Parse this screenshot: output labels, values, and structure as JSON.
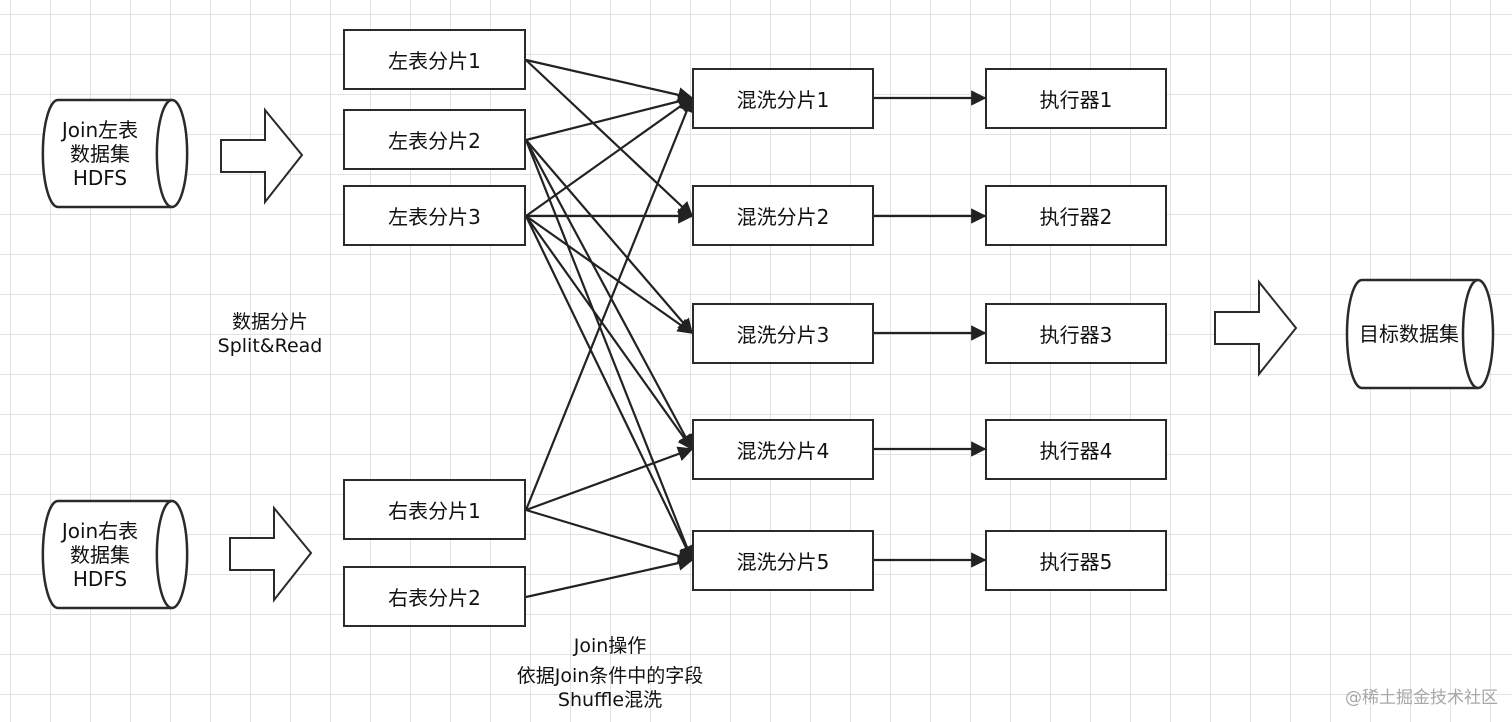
{
  "datasets": {
    "left": "Join左表\n数据集\nHDFS",
    "right": "Join右表\n数据集\nHDFS",
    "target": "目标数据集"
  },
  "left_shards": [
    "左表分片1",
    "左表分片2",
    "左表分片3"
  ],
  "right_shards": [
    "右表分片1",
    "右表分片2"
  ],
  "shuffle_shards": [
    "混洗分片1",
    "混洗分片2",
    "混洗分片3",
    "混洗分片4",
    "混洗分片5"
  ],
  "executors": [
    "执行器1",
    "执行器2",
    "执行器3",
    "执行器4",
    "执行器5"
  ],
  "notes": {
    "split_line1": "数据分片",
    "split_line2": "Split&Read",
    "join_line1": "Join操作",
    "join_line2": "依据Join条件中的字段",
    "join_line3": "Shuffle混洗"
  },
  "watermark": "@稀土掘金技术社区"
}
